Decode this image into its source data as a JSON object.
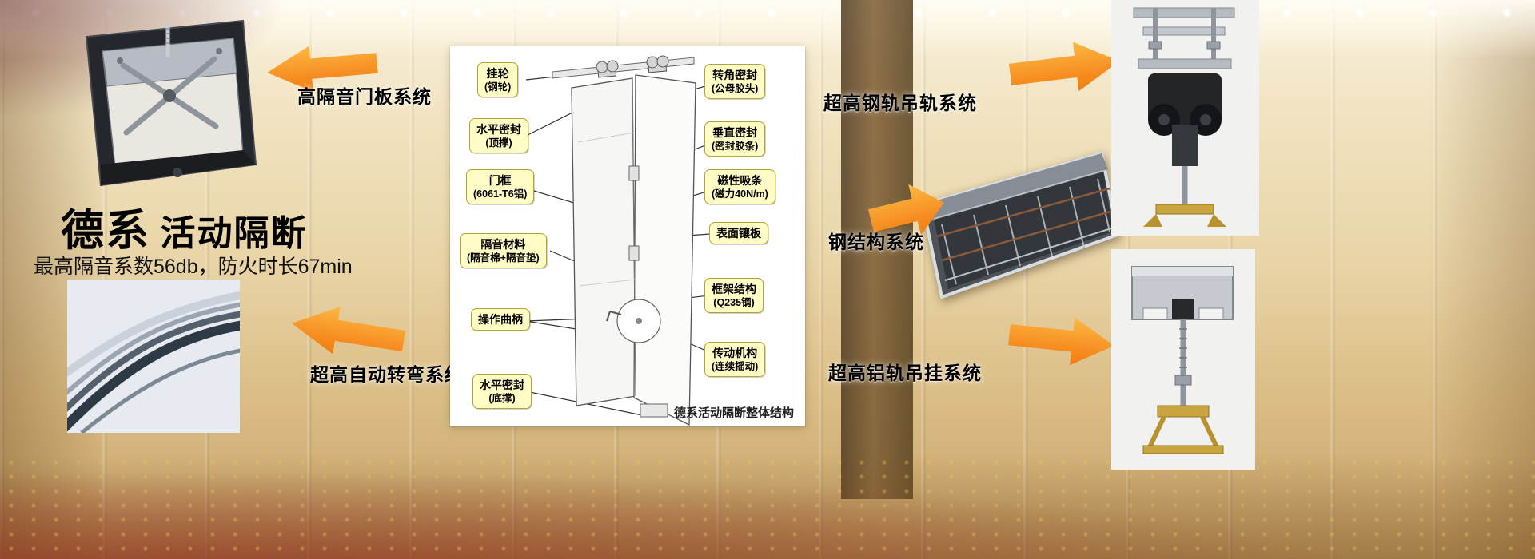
{
  "title": {
    "brand": "德系",
    "name": "活动隔断",
    "subtitle": "最高隔音系数56db，防火时长67min"
  },
  "systems": {
    "door_panel": "高隔音门板系统",
    "auto_turn": "超高自动转弯系统",
    "steel_rail": "超高钢轨吊轨系统",
    "steel_structure": "钢结构系统",
    "alu_rail": "超高铝轨吊挂系统"
  },
  "diagram": {
    "caption": "德系活动隔断整体结构",
    "callouts_left": [
      {
        "line1": "挂轮",
        "line2": "(钢轮)"
      },
      {
        "line1": "水平密封",
        "line2": "(顶撑)"
      },
      {
        "line1": "门框",
        "line2": "(6061-T6铝)"
      },
      {
        "line1": "隔音材料",
        "line2": "(隔音棉+隔音垫)"
      },
      {
        "line1": "操作曲柄"
      },
      {
        "line1": "水平密封",
        "line2": "(底撑)"
      }
    ],
    "callouts_right": [
      {
        "line1": "转角密封",
        "line2": "(公母胶头)"
      },
      {
        "line1": "垂直密封",
        "line2": "(密封胶条)"
      },
      {
        "line1": "磁性吸条",
        "line2": "(磁力40N/m)"
      },
      {
        "line1": "表面镶板"
      },
      {
        "line1": "框架结构",
        "line2": "(Q235钢)"
      },
      {
        "line1": "传动机构",
        "line2": "(连续摇动)"
      }
    ]
  },
  "colors": {
    "arrow_orange": "#F68B1E",
    "callout_bg": "#FFFCC6",
    "callout_border": "#B3A433"
  }
}
